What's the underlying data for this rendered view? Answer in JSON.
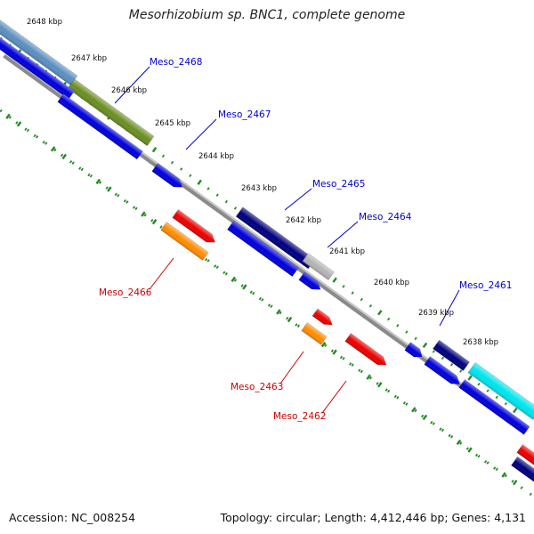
{
  "title": "Mesorhizobium sp. BNC1, complete genome",
  "accession": "Accession: NC_008254",
  "summary": "Topology: circular; Length: 4,412,446 bp; Genes: 4,131",
  "ticks": [
    "2648 kbp",
    "2647 kbp",
    "2646 kbp",
    "2645 kbp",
    "2644 kbp",
    "2643 kbp",
    "2642 kbp",
    "2641 kbp",
    "2640 kbp",
    "2639 kbp",
    "2638 kbp"
  ],
  "gene_labels": [
    {
      "text": "Meso_2468",
      "color": "#0000cc"
    },
    {
      "text": "Meso_2467",
      "color": "#0000cc"
    },
    {
      "text": "Meso_2465",
      "color": "#0000cc"
    },
    {
      "text": "Meso_2464",
      "color": "#0000cc"
    },
    {
      "text": "Meso_2461",
      "color": "#0000cc"
    },
    {
      "text": "Meso_2466",
      "color": "#cc0000"
    },
    {
      "text": "Meso_2463",
      "color": "#cc0000"
    },
    {
      "text": "Meso_2462",
      "color": "#cc0000"
    }
  ],
  "colors": {
    "backbone": "#888888",
    "tick_green": "#228b22",
    "cds_blue": "#0000dd",
    "cds_navy": "#000080",
    "cds_red": "#ee0000",
    "cds_orange": "#ff8c00",
    "steelblue": "#5b8fc0",
    "olive": "#6b8e23",
    "cyan": "#00e5ee",
    "silver": "#b4b4b4"
  }
}
